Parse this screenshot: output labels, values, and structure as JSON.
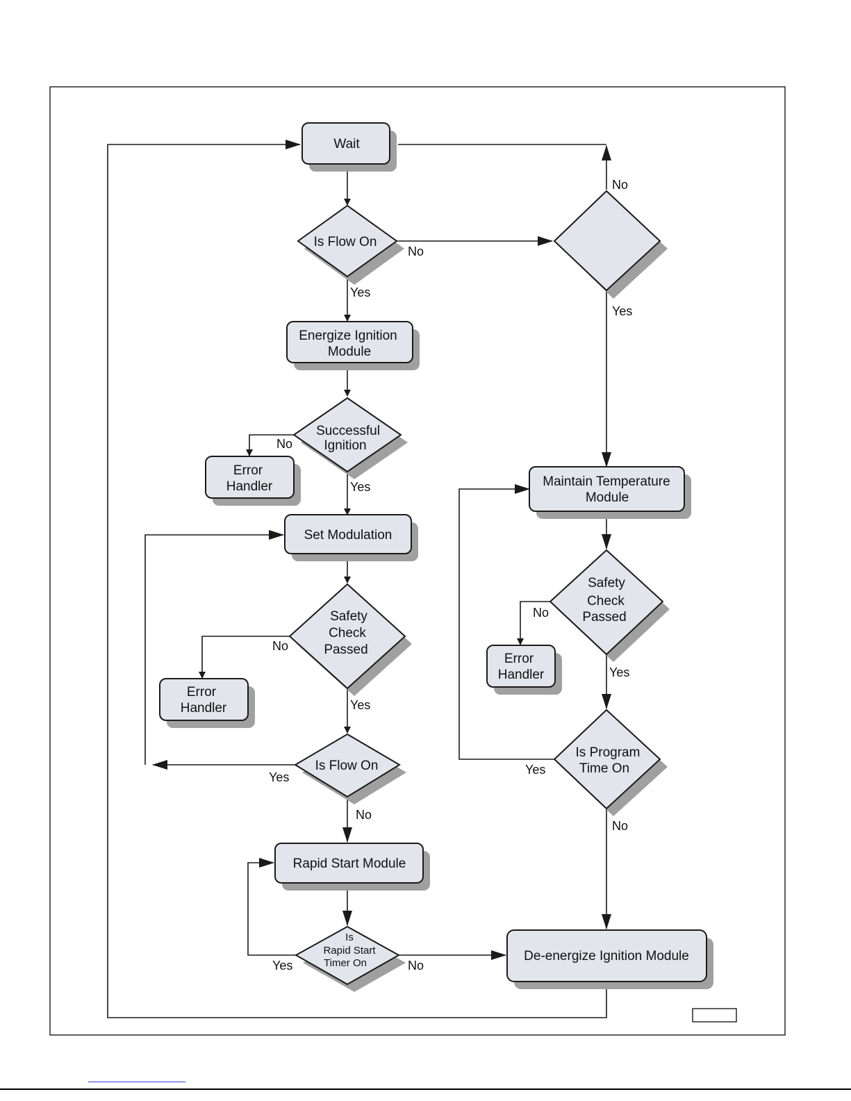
{
  "nodes": {
    "wait": {
      "label": "Wait"
    },
    "flow_check_1": {
      "label": "Is Flow On"
    },
    "blank_decision": {
      "label": ""
    },
    "energize": {
      "line1": "Energize Ignition",
      "line2": "Module"
    },
    "successful_ignition": {
      "line1": "Successful",
      "line2": "Ignition"
    },
    "error_handler_1": {
      "line1": "Error",
      "line2": "Handler"
    },
    "set_modulation": {
      "label": "Set Modulation"
    },
    "safety_check_1": {
      "line1": "Safety",
      "line2": "Check",
      "line3": "Passed"
    },
    "error_handler_2": {
      "line1": "Error",
      "line2": "Handler"
    },
    "flow_check_2": {
      "label": "Is Flow On"
    },
    "rapid_start": {
      "label": "Rapid Start Module"
    },
    "rapid_timer": {
      "line1": "Is",
      "line2": "Rapid Start",
      "line3": "Timer On"
    },
    "maintain_temp": {
      "line1": "Maintain Temperature",
      "line2": "Module"
    },
    "safety_check_2": {
      "line1": "Safety",
      "line2": "Check",
      "line3": "Passed"
    },
    "error_handler_3": {
      "line1": "Error",
      "line2": "Handler"
    },
    "program_time": {
      "line1": "Is Program",
      "line2": "Time On"
    },
    "deenergize": {
      "label": "De-energize Ignition Module"
    }
  },
  "edge_labels": {
    "flow1_no": "No",
    "flow1_yes": "Yes",
    "blank_no": "No",
    "blank_yes": "Yes",
    "ignition_no": "No",
    "ignition_yes": "Yes",
    "safety1_no": "No",
    "safety1_yes": "Yes",
    "flow2_yes": "Yes",
    "flow2_no": "No",
    "timer_yes": "Yes",
    "timer_no": "No",
    "safety2_no": "No",
    "safety2_yes": "Yes",
    "program_yes": "Yes",
    "program_no": "No"
  },
  "colors": {
    "node_fill": "#e2e5ec",
    "shadow": "#a0a0a0",
    "stroke": "#1a1a1a",
    "page_link": "#2e3fcf"
  }
}
